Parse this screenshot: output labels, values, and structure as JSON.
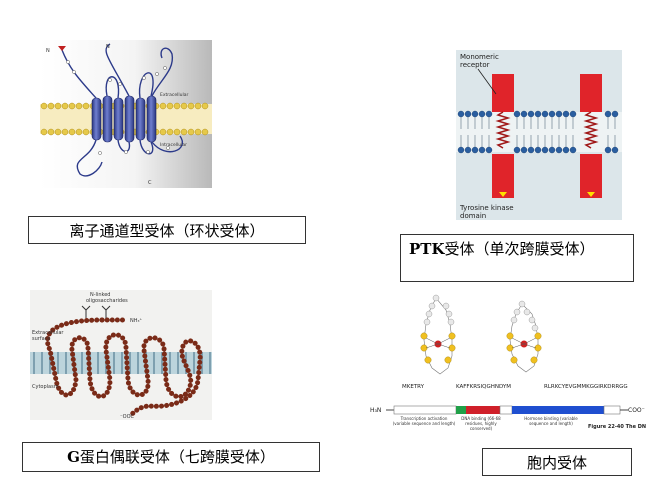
{
  "colors": {
    "membrane_head": "#e6c94a",
    "channel_blue": "#3b4aa0",
    "ptk_red": "#e0242a",
    "gpcr_brown": "#7a2b18",
    "nuclear_blue": "#1f4fd0",
    "nuclear_green": "#20a048",
    "nuclear_red": "#d0202a"
  },
  "panels": {
    "ion_channel": {
      "label_extracellular": "Extracellular",
      "label_intracellular": "Intracellular",
      "label_n": "N",
      "label_c": "C"
    },
    "ptk": {
      "label_monomeric": "Monomeric",
      "label_receptor": "receptor",
      "label_tyrosine": "Tyrosine kinase",
      "label_domain": "domain"
    },
    "gpcr": {
      "label_nlinked": "N-linked",
      "label_oligo": "oligosaccharides",
      "label_nh3": "NH₃⁺",
      "label_extracellular": "Extracellular",
      "label_surface": "surface",
      "label_cytoplasm": "Cytoplasm",
      "label_cooh": "⁻OOC"
    },
    "nuclear": {
      "seq_left": "MKETRY",
      "seq_mid": "KAFFKRSIQGHNDYM",
      "seq_right": "RLRKCYEVGMMKGGIRKDRRGG",
      "label_h3n": "H₃N",
      "label_coo": "COO⁻",
      "label_transcription": "Transcription activation (variable sequence and length)",
      "label_dna": "DNA binding (66-68 residues, highly conserved)",
      "label_hormone": "Hormone binding (variable sequence and length)",
      "label_figure": "Figure 22-40 The DN"
    }
  },
  "captions": {
    "ion_channel": "离子通道型受体（环状受体）",
    "ptk_bold": "PTK",
    "ptk_rest": "受体（单次跨膜受体）",
    "gpcr_bold": "G",
    "gpcr_rest": "蛋白偶联受体（七跨膜受体）",
    "nuclear": "胞内受体"
  }
}
